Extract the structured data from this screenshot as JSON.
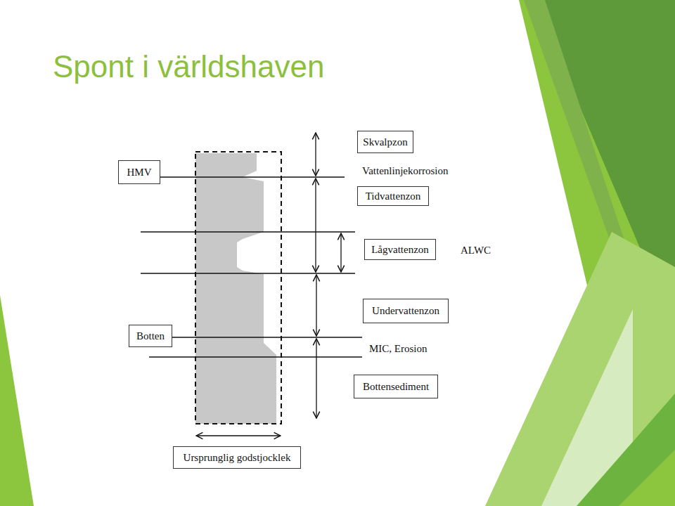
{
  "diagram": {
    "title": "Spont i världshaven",
    "nodes": [
      {
        "text": [
          "Skvalpzon"
        ]
      },
      {
        "text": [
          "HMV"
        ]
      },
      {
        "text": [
          "Tidvattenzon"
        ]
      },
      {
        "text": [
          "Lågvattenzon"
        ]
      },
      {
        "text": [
          "Undervattenzon"
        ]
      },
      {
        "text": [
          "Botten"
        ]
      },
      {
        "text": [
          "Bottensediment"
        ]
      },
      {
        "text": [
          "Ursprunglig godstjocklek"
        ]
      }
    ],
    "labels": [
      "Vattenlinjekorrosion",
      "ALWC",
      "MIC, Erosion"
    ]
  }
}
